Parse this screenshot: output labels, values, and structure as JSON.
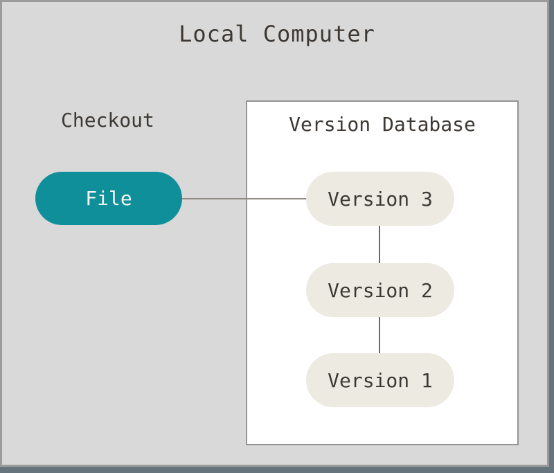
{
  "diagram": {
    "title": "Local Computer",
    "checkout_label": "Checkout",
    "file_node_label": "File",
    "version_database": {
      "title": "Version Database",
      "versions": [
        "Version 3",
        "Version 2",
        "Version 1"
      ]
    },
    "connections": [
      {
        "from": "File",
        "to": "Version 3",
        "direction": "horizontal"
      },
      {
        "from": "Version 3",
        "to": "Version 2",
        "direction": "vertical"
      },
      {
        "from": "Version 2",
        "to": "Version 1",
        "direction": "vertical"
      }
    ],
    "colors": {
      "canvas_background": "#d9d9d9",
      "canvas_border": "#9b9b9b",
      "frame_edge": "#65747d",
      "box_background": "#ffffff",
      "box_border": "#949494",
      "file_pill": "#0e8f99",
      "file_pill_text": "#f7f6f3",
      "version_pill": "#edeae2",
      "text": "#3d3833",
      "connector_horizontal": "#8f8b84",
      "connector_vertical": "#6d6761"
    }
  }
}
